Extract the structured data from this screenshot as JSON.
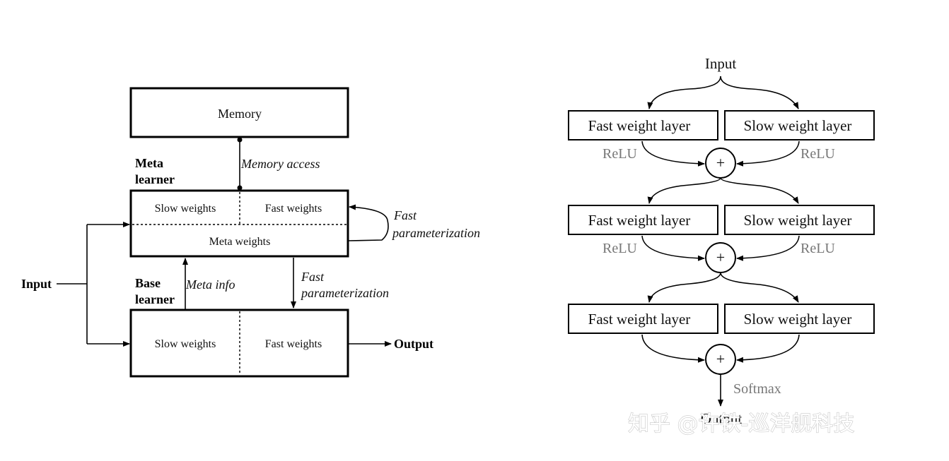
{
  "left_diagram": {
    "memory_box": "Memory",
    "memory_access": "Memory access",
    "meta_learner_line1": "Meta",
    "meta_learner_line2": "learner",
    "meta_slow_weights": "Slow weights",
    "meta_fast_weights": "Fast weights",
    "meta_weights": "Meta weights",
    "fast_param_right_line1": "Fast",
    "fast_param_right_line2": "parameterization",
    "input": "Input",
    "base_learner_line1": "Base",
    "base_learner_line2": "learner",
    "meta_info": "Meta info",
    "fast_param_mid_line1": "Fast",
    "fast_param_mid_line2": "parameterization",
    "base_slow_weights": "Slow weights",
    "base_fast_weights": "Fast weights",
    "output": "Output"
  },
  "right_diagram": {
    "input": "Input",
    "layers": [
      {
        "fast": "Fast weight layer",
        "slow": "Slow weight layer",
        "act_left": "ReLU",
        "act_right": "ReLU",
        "sum": "+"
      },
      {
        "fast": "Fast weight layer",
        "slow": "Slow weight layer",
        "act_left": "ReLU",
        "act_right": "ReLU",
        "sum": "+"
      },
      {
        "fast": "Fast weight layer",
        "slow": "Slow weight layer",
        "sum": "+"
      }
    ],
    "softmax": "Softmax",
    "output": "Output"
  },
  "watermark": "知乎 @许铁-巡洋舰科技"
}
